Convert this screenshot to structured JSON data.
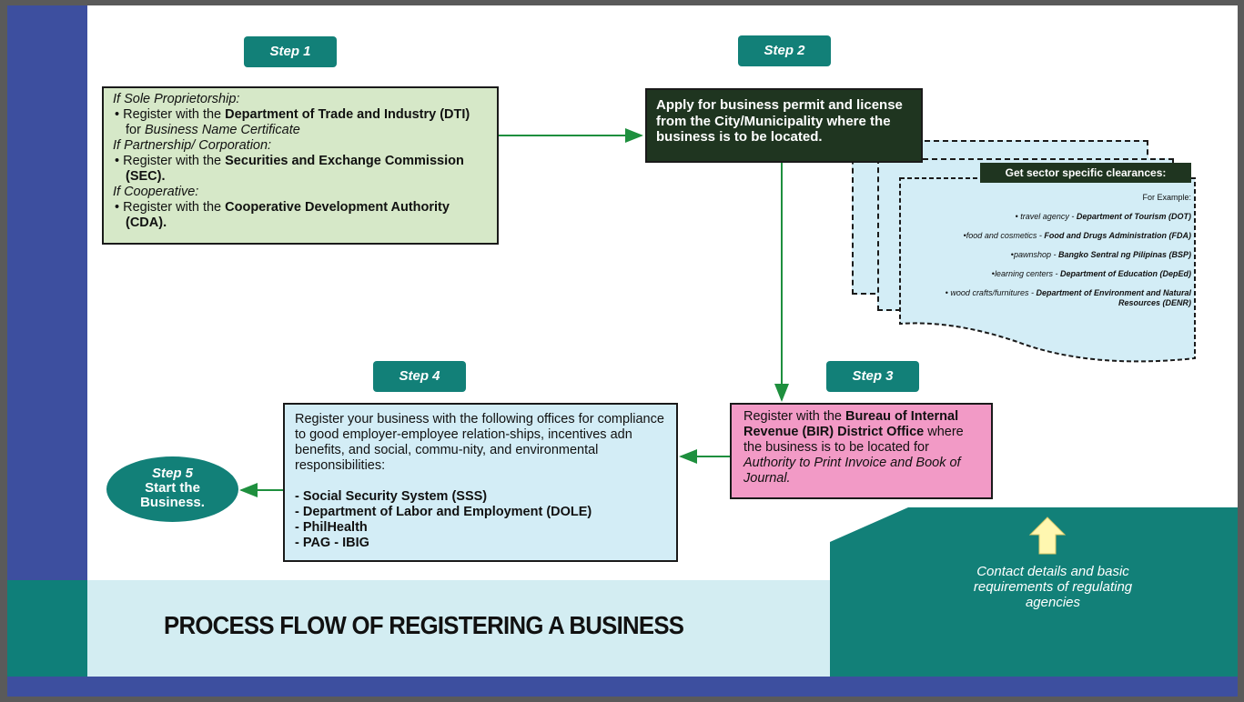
{
  "title": "PROCESS FLOW OF REGISTERING A BUSINESS",
  "colors": {
    "teal": "#128078",
    "navy": "#3d4f9f",
    "dark_green": "#1f3520",
    "light_green": "#d6e8c8",
    "light_blue": "#d3edf6",
    "pink": "#f29ac6",
    "arrow": "#1e8f3e"
  },
  "step1": {
    "label": "Step 1",
    "sole_heading": "If Sole Proprietorship:",
    "sole_pre": "Register with the ",
    "sole_org": "Department of Trade and Industry (DTI)",
    "sole_mid": " for ",
    "sole_cert": "Business Name Certificate",
    "partnership_heading": "If Partnership/ Corporation:",
    "partnership_pre": "Register with the ",
    "partnership_org": "Securities and Exchange Commission (SEC).",
    "coop_heading": "If Cooperative:",
    "coop_pre": "Register with the ",
    "coop_org": "Cooperative Development Authority (CDA)."
  },
  "step2": {
    "label": "Step 2",
    "text": "Apply for business permit and license from the City/Municipality where the business is to be located."
  },
  "sector": {
    "title": "Get sector specific clearances:",
    "example": "For Example:",
    "items": [
      {
        "sector": "travel agency - ",
        "agency": "Department of Tourism (DOT)"
      },
      {
        "sector": "food and cosmetics - ",
        "agency": "Food and Drugs Administration (FDA)"
      },
      {
        "sector": "pawnshop - ",
        "agency": "Bangko Sentral ng Pilipinas (BSP)"
      },
      {
        "sector": "learning centers - ",
        "agency": "Department of Education (DepEd)"
      },
      {
        "sector": "wood crafts/furnitures - ",
        "agency": "Department of Environment and Natural Resources (DENR)"
      }
    ]
  },
  "step3": {
    "label": "Step 3",
    "pre": "Register with the ",
    "org": "Bureau of Internal Revenue (BIR) District Office",
    "mid": " where the business is to be located for ",
    "doc": "Authority to Print Invoice and Book of Journal."
  },
  "step4": {
    "label": "Step 4",
    "intro": "Register your business with the following offices for compliance to good employer-employee relation-ships, incentives adn benefits, and social, commu-nity, and environmental responsibilities:",
    "offices": [
      "- Social Security System (SSS)",
      "- Department of Labor and Employment (DOLE)",
      "- PhilHealth",
      "- PAG - IBIG"
    ]
  },
  "step5": {
    "label": "Step 5",
    "line1": "Start the",
    "line2": "Business."
  },
  "contact": {
    "text": "Contact details and basic requirements of regulating agencies"
  }
}
